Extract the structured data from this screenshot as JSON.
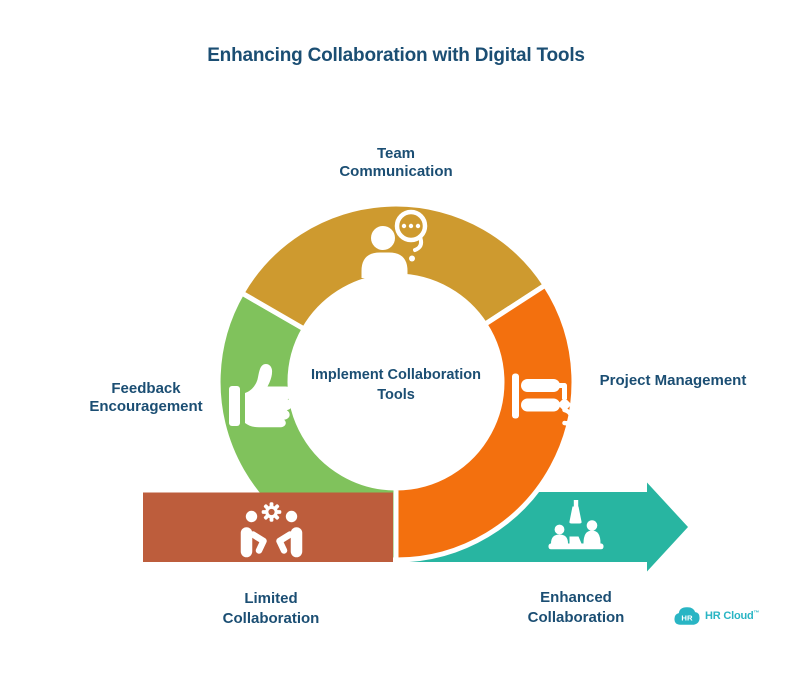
{
  "title": "Enhancing Collaboration with Digital Tools",
  "center_label": "Implement Collaboration\nTools",
  "stages": {
    "team_communication": {
      "label": "Team\nCommunication",
      "color": "#CE9A2F",
      "icon": "person-with-thought-bubble-icon"
    },
    "feedback_encouragement": {
      "label": "Feedback\nEncouragement",
      "color": "#80C25C",
      "icon": "thumbs-up-icon"
    },
    "project_management": {
      "label": "Project Management",
      "color": "#F3700E",
      "icon": "clamp-tool-icon"
    },
    "limited_collaboration": {
      "label": "Limited\nCollaboration",
      "color": "#BD5D3C",
      "icon": "two-people-with-gear-icon"
    },
    "enhanced_collaboration": {
      "label": "Enhanced\nCollaboration",
      "color": "#28B5A1",
      "icon": "team-meeting-under-lamp-icon"
    }
  },
  "logo": {
    "badge_text": "HR",
    "brand_text": "HR Cloud",
    "trademark": "™",
    "color": "#29B5C4"
  },
  "palette": {
    "text_navy": "#1B4E73",
    "background": "#FFFFFF",
    "icon_white": "#FFFFFF"
  }
}
